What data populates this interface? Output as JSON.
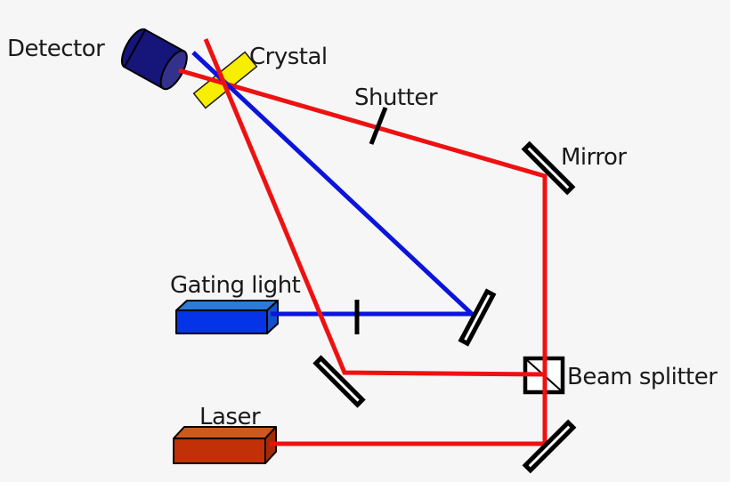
{
  "labels": {
    "detector": "Detector",
    "crystal": "Crystal",
    "shutter": "Shutter",
    "mirror": "Mirror",
    "gating_light": "Gating light",
    "laser": "Laser",
    "beam_splitter": "Beam splitter"
  },
  "colors": {
    "background": "#f6f6f6",
    "beam_red": "#ee1111",
    "beam_blue": "#0a14dc",
    "crystal_yellow": "#f8ee00",
    "detector_body": "#15157a",
    "detector_face": "#32318c",
    "gating_front": "#0433e8",
    "gating_top": "#2b7cd2",
    "gating_side": "#1550cc",
    "laser_front": "#c13007",
    "laser_top": "#ca5a20",
    "laser_side": "#a52b05",
    "mirror_fill": "#ffffff",
    "outline": "#000000"
  }
}
